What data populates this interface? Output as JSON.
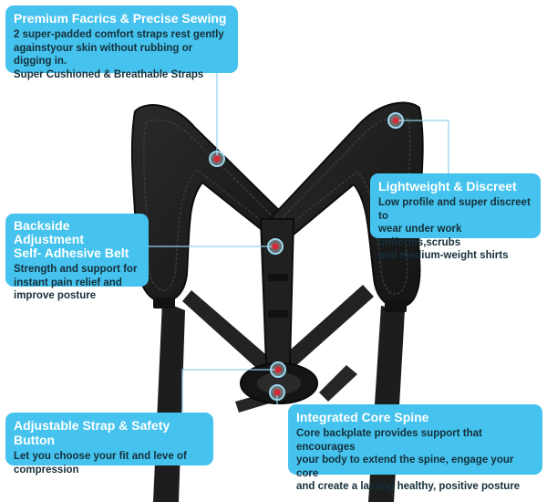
{
  "callouts": [
    {
      "title": "Premium Facrics & Precise Sewing",
      "body": "2 super-padded comfort straps rest gently\nagainstyour skin without rubbing or digging in.\nSuper Cushioned & Breathable Straps"
    },
    {
      "title": "Lightweight & Discreet",
      "body": "Low profile and super discreet to\nwear under work uniforms,scrubs\nand medium-weight shirts"
    },
    {
      "title": "Backside Adjustment\nSelf- Adhesive Belt",
      "body": "Strength and support for\ninstant pain relief and\nimprove posture"
    },
    {
      "title": "Adjustable Strap & Safety Button",
      "body": "Let you choose your fit and leve of\ncompression"
    },
    {
      "title": "Integrated Core Spine",
      "body": "Core backplate provides support that encourages\nyour body to extend the spine, engage your core\nand create a lasting healthy, positive posture"
    }
  ],
  "colors": {
    "callout_bg": "#45c3ee",
    "callout_title": "#ffffff",
    "callout_body": "#152f3a",
    "connector": "#8fd3ec",
    "marker": "#d8283a",
    "product": "#1b1b1b"
  },
  "icons": [
    "posture-corrector-image",
    "hotspot-marker-icon"
  ]
}
